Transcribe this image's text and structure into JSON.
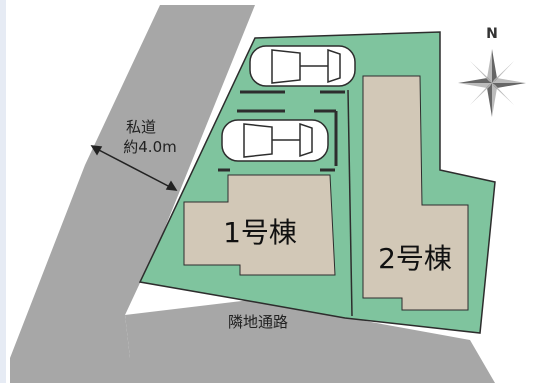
{
  "map": {
    "private_road": {
      "line1": "私道",
      "line2": "約4.0m"
    },
    "side_path": "隣地通路",
    "building_1": "1号棟",
    "building_2": "2号棟",
    "north": "N"
  },
  "colors": {
    "road": "#a7a7a7",
    "lot": "#7fc49e",
    "building": "#d2c8b7",
    "outline": "#2d2d2d"
  }
}
